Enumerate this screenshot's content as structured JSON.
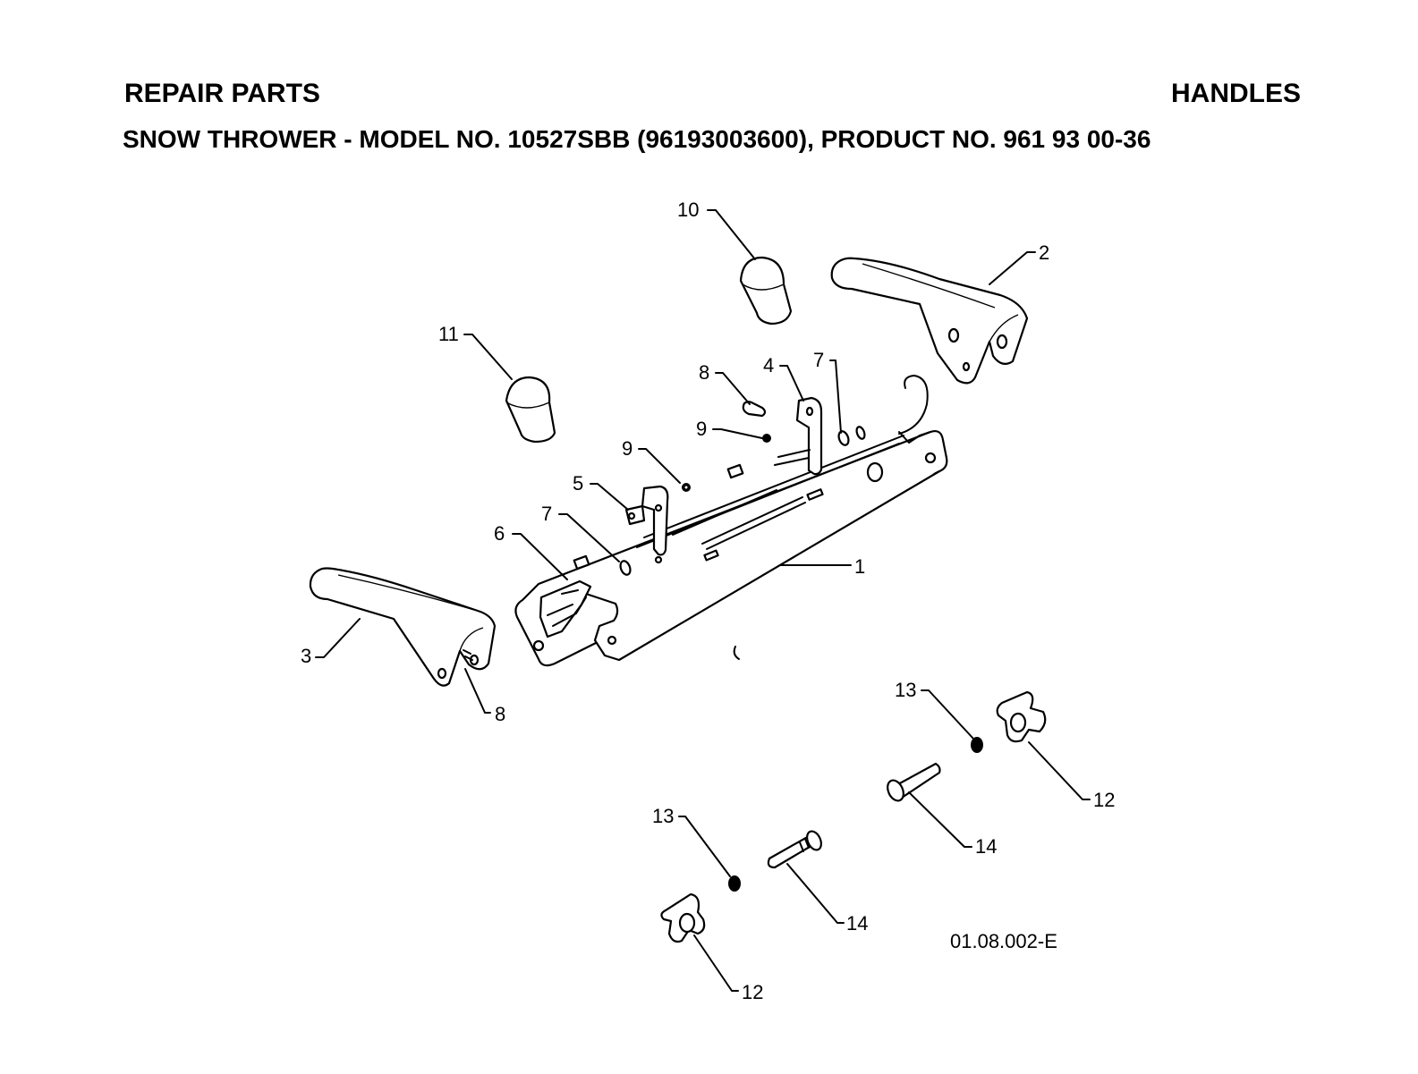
{
  "header": {
    "section": "REPAIR PARTS",
    "group": "HANDLES",
    "subtitle_prefix": "SNOW THROWER - MODEL NO.",
    "model_no": "10527SBB",
    "subtitle_suffix": "(96193003600), PRODUCT NO. 961 93 00-36"
  },
  "diagram": {
    "drawing_code": "01.08.002-E",
    "callouts": [
      {
        "id": "c1",
        "label": "1",
        "part": "panel"
      },
      {
        "id": "c2",
        "label": "2",
        "part": "right-handle"
      },
      {
        "id": "c3",
        "label": "3",
        "part": "left-handle"
      },
      {
        "id": "c4",
        "label": "4",
        "part": "right-bracket"
      },
      {
        "id": "c5",
        "label": "5",
        "part": "left-bracket"
      },
      {
        "id": "c6",
        "label": "6",
        "part": "lever-bracket"
      },
      {
        "id": "c7a",
        "label": "7",
        "part": "washer-left"
      },
      {
        "id": "c7b",
        "label": "7",
        "part": "washer-right"
      },
      {
        "id": "c8a",
        "label": "8",
        "part": "clip-upper"
      },
      {
        "id": "c8b",
        "label": "8",
        "part": "clip-lower"
      },
      {
        "id": "c9a",
        "label": "9",
        "part": "nut-left"
      },
      {
        "id": "c9b",
        "label": "9",
        "part": "nut-right"
      },
      {
        "id": "c10",
        "label": "10",
        "part": "knob-right"
      },
      {
        "id": "c11",
        "label": "11",
        "part": "knob-left"
      },
      {
        "id": "c12a",
        "label": "12",
        "part": "wing-knob-upper"
      },
      {
        "id": "c12b",
        "label": "12",
        "part": "wing-knob-lower"
      },
      {
        "id": "c13a",
        "label": "13",
        "part": "washer-small-upper"
      },
      {
        "id": "c13b",
        "label": "13",
        "part": "washer-small-lower"
      },
      {
        "id": "c14a",
        "label": "14",
        "part": "bolt-upper"
      },
      {
        "id": "c14b",
        "label": "14",
        "part": "bolt-lower"
      }
    ]
  }
}
